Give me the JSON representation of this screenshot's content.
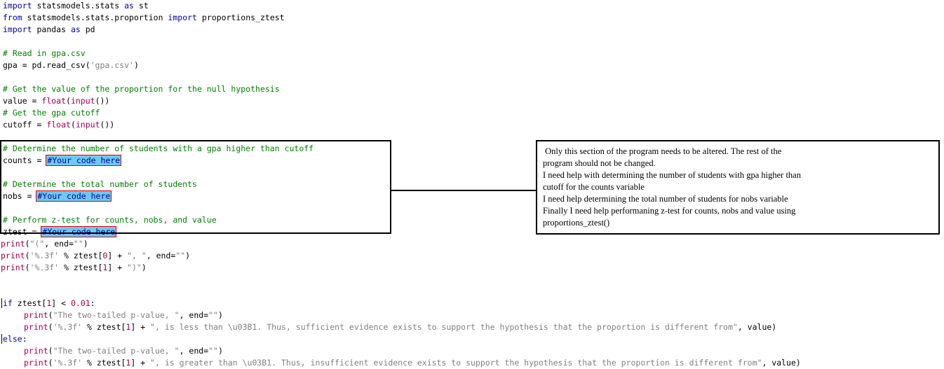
{
  "code": {
    "line1": {
      "kw": "import",
      "rest": " statsmodels.stats ",
      "kw2": "as",
      "rest2": " st"
    },
    "line2": {
      "kw": "from",
      "rest": " statsmodels.stats.proportion ",
      "kw2": "import",
      "rest2": " proportions_ztest"
    },
    "line3": {
      "kw": "import",
      "rest": " pandas ",
      "kw2": "as",
      "rest2": " pd"
    },
    "line5": "# Read in gpa.csv",
    "line6": {
      "a": "gpa = pd.read_csv(",
      "s": "'gpa.csv'",
      "b": ")"
    },
    "line8": "# Get the value of the proportion for the null hypothesis",
    "line9": {
      "a": "value = ",
      "f": "float",
      "b": "(",
      "f2": "input",
      "c": "())"
    },
    "line10": "# Get the gpa cutoff",
    "line11": {
      "a": "cutoff = ",
      "f": "float",
      "b": "(",
      "f2": "input",
      "c": "())"
    },
    "line13": "# Determine the number of students with a gpa higher than cutoff",
    "line14": {
      "a": "counts = ",
      "ph": "#Your code here"
    },
    "line16": "# Determine the total number of students",
    "line17": {
      "a": "nobs = ",
      "ph": "#Your code here"
    },
    "line19": "# Perform z-test for counts, nobs, and value",
    "line20": {
      "a": "ztest = ",
      "ph": "#Your code here"
    },
    "line21": {
      "f": "print",
      "a": "(",
      "s": "\"(\"",
      "b": ", end=",
      "s2": "\"\"",
      "c": ")"
    },
    "line22": {
      "f": "print",
      "a": "(",
      "s": "'%.3f'",
      "b": " % ztest[",
      "n": "0",
      "c": "] + ",
      "s2": "\", \"",
      "d": ", end=",
      "s3": "\"\"",
      "e": ")"
    },
    "line23": {
      "f": "print",
      "a": "(",
      "s": "'%.3f'",
      "b": " % ztest[",
      "n": "1",
      "c": "] + ",
      "s2": "\")\"",
      "d": ")"
    },
    "line26": {
      "kw": "if",
      "a": " ztest[",
      "n": "1",
      "b": "] < ",
      "n2": "0.01",
      "c": ":"
    },
    "line27": {
      "f": "print",
      "a": "(",
      "s": "\"The two-tailed p-value, \"",
      "b": ", end=",
      "s2": "\"\"",
      "c": ")"
    },
    "line28": {
      "f": "print",
      "a": "(",
      "s": "'%.3f'",
      "b": " % ztest[",
      "n": "1",
      "c": "] + ",
      "s2": "\", is less than \\u03B1. Thus, sufficient evidence exists to support the hypothesis that the proportion is different from\"",
      "d": ", value)"
    },
    "line29": {
      "kw": "else",
      "a": ":"
    },
    "line30": {
      "f": "print",
      "a": "(",
      "s": "\"The two-tailed p-value, \"",
      "b": ", end=",
      "s2": "\"\"",
      "c": ")"
    },
    "line31": {
      "f": "print",
      "a": "(",
      "s": "'%.3f'",
      "b": " % ztest[",
      "n": "1",
      "c": "] + ",
      "s2": "\", is greater than \\u03B1. Thus, insufficient evidence exists to support the hypothesis that the proportion is different from\"",
      "d": ", value)"
    }
  },
  "note": {
    "l1": " Only this section of the program needs to be altered. The rest of the",
    "l2": "program should not be changed.",
    "l3": "I need help with determining the number of students with gpa higher than",
    "l4": "cutoff for the counts variable",
    "l5": "I need help determining the total number of students for nobs variable",
    "l6": "Finally I need help performaning z-test for counts, nobs and value using",
    "l7": "proportions_ztest()"
  }
}
